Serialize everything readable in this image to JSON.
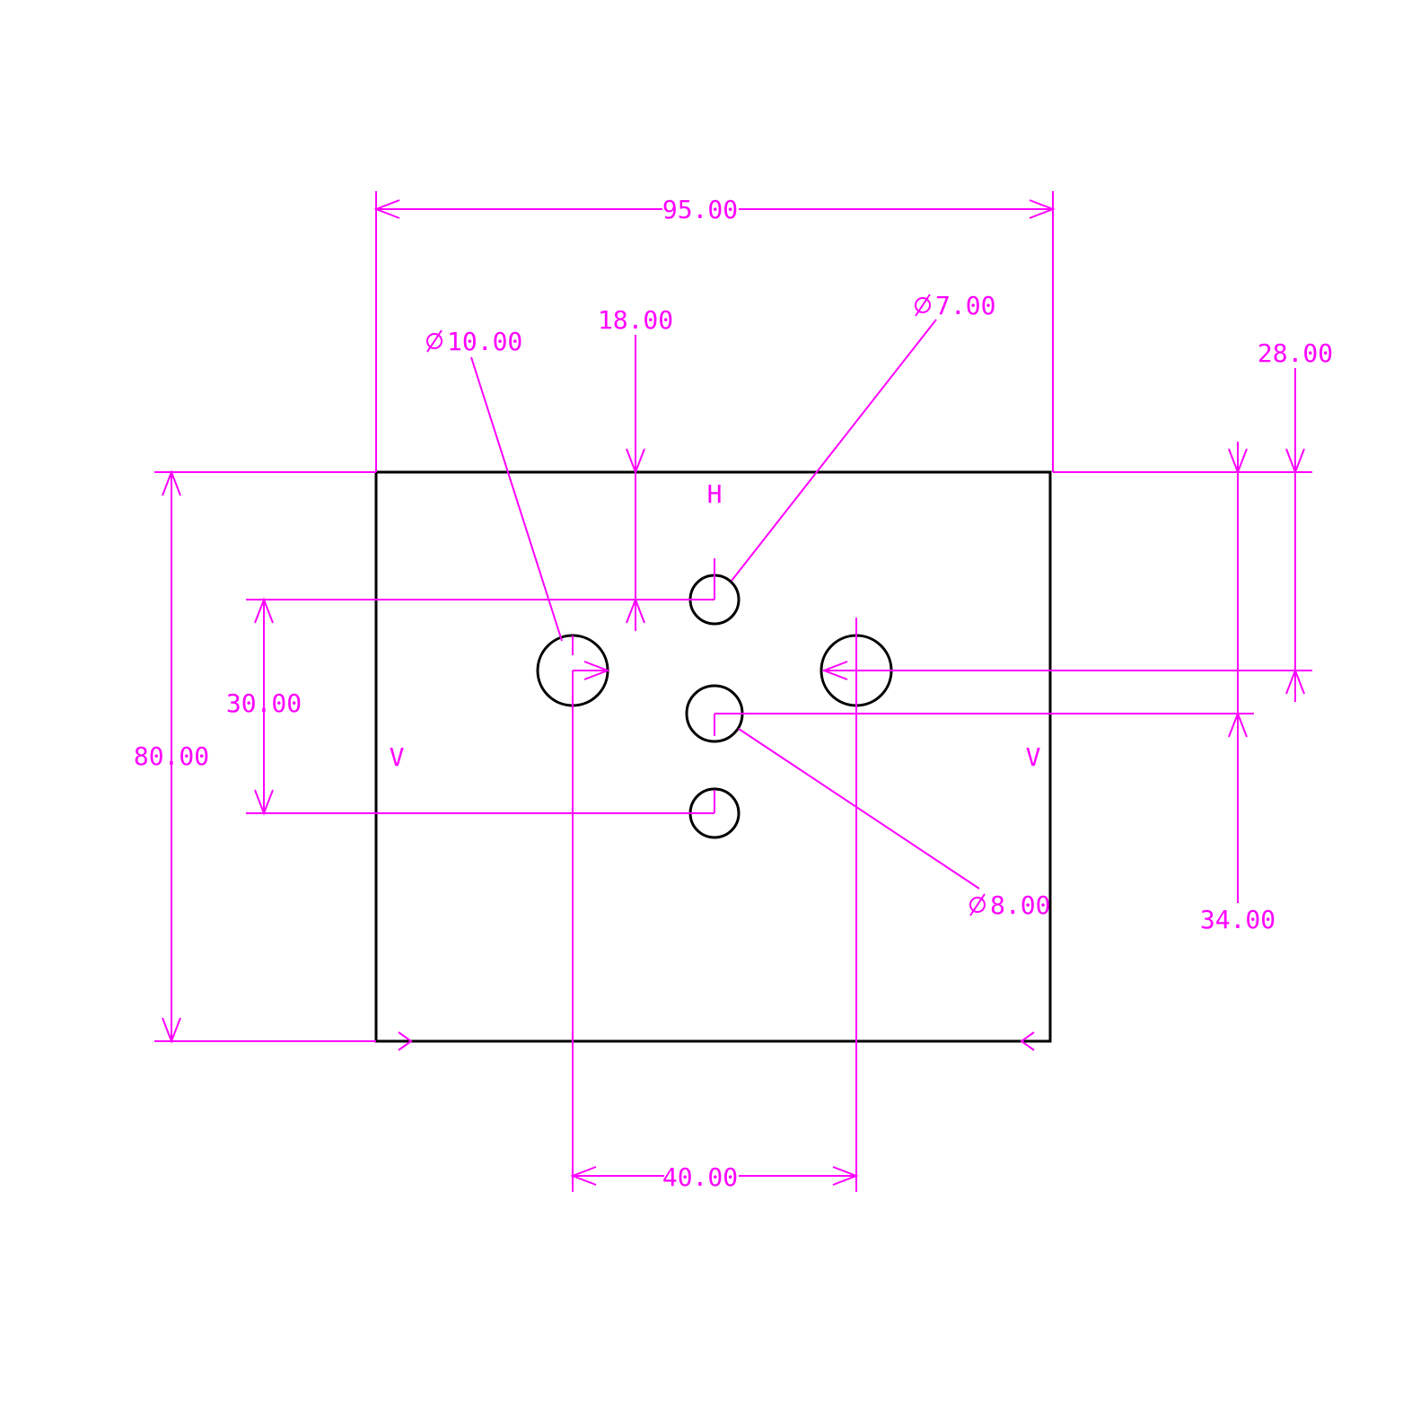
{
  "colors": {
    "geometry": "#000000",
    "dimension": "#ff00ff",
    "background": "#ffffff"
  },
  "dimensions": {
    "overall_width": "95.00",
    "overall_height": "80.00",
    "hole_spacing_vertical": "30.00",
    "hole_spacing_horizontal": "40.00",
    "top_to_small_hole": "18.00",
    "top_to_large_holes": "28.00",
    "top_to_center_hole": "34.00"
  },
  "diameters": {
    "large_hole": "10.00",
    "small_hole": "7.00",
    "center_hole": "8.00"
  },
  "diameter_symbol": "diameter-symbol",
  "view_labels": {
    "top": "H",
    "left": "V",
    "right": "V"
  }
}
